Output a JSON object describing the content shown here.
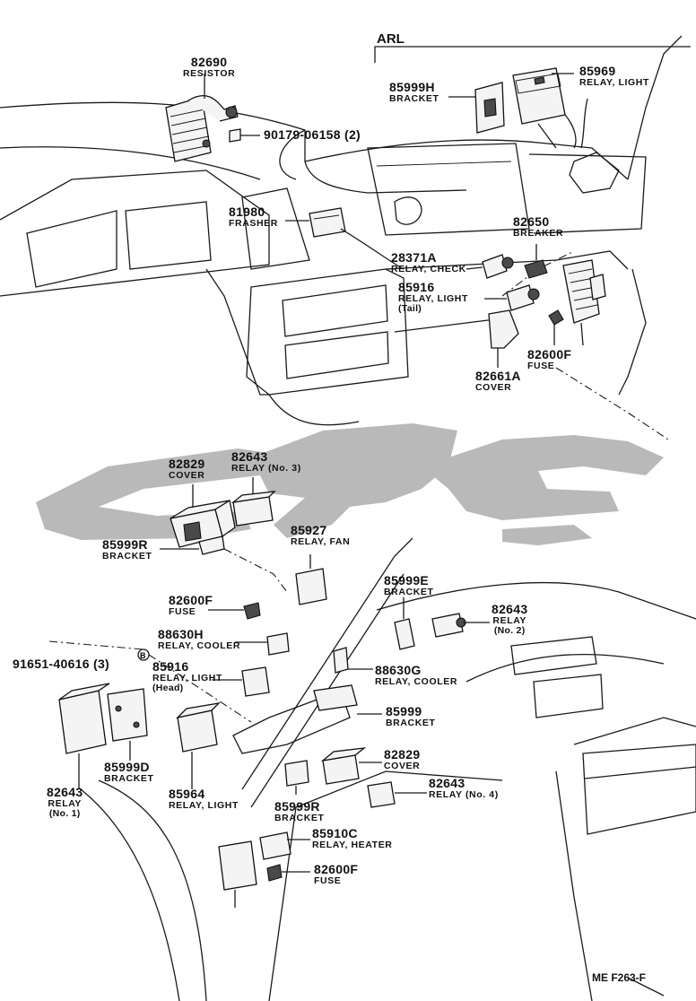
{
  "variant_tag": "ARL",
  "page_code": "ME  F263-F",
  "watermark": "logo",
  "labels": [
    {
      "id": "l82690",
      "pn": "82690",
      "name": "RESISTOR"
    },
    {
      "id": "l90179",
      "pn": "90179-06158 (2)"
    },
    {
      "id": "l85999h",
      "pn": "85999H",
      "name": "BRACKET"
    },
    {
      "id": "l85969",
      "pn": "85969",
      "name": "RELAY, LIGHT"
    },
    {
      "id": "l81980",
      "pn": "81980",
      "name": "FRASHER"
    },
    {
      "id": "l82650",
      "pn": "82650",
      "name": "BREAKER"
    },
    {
      "id": "l28371a",
      "pn": "28371A",
      "name": "RELAY, CHECK"
    },
    {
      "id": "l85916t",
      "pn": "85916",
      "name": "RELAY, LIGHT",
      "name2": "(Tail)"
    },
    {
      "id": "l82600f1",
      "pn": "82600F",
      "name": "FUSE"
    },
    {
      "id": "l82661a",
      "pn": "82661A",
      "name": "COVER"
    },
    {
      "id": "l82829a",
      "pn": "82829",
      "name": "COVER"
    },
    {
      "id": "l82643_3",
      "pn": "82643",
      "name": "RELAY (No. 3)"
    },
    {
      "id": "l85999r1",
      "pn": "85999R",
      "name": "BRACKET"
    },
    {
      "id": "l85927",
      "pn": "85927",
      "name": "RELAY, FAN"
    },
    {
      "id": "l82600f2",
      "pn": "82600F",
      "name": "FUSE"
    },
    {
      "id": "l88630h",
      "pn": "88630H",
      "name": "RELAY, COOLER"
    },
    {
      "id": "l91651",
      "pn": "91651-40616 (3)"
    },
    {
      "id": "l85916h",
      "pn": "85916",
      "name": "RELAY, LIGHT",
      "name2": "(Head)"
    },
    {
      "id": "l85999e",
      "pn": "85999E",
      "name": "BRACKET"
    },
    {
      "id": "l82643_2",
      "pn": "82643",
      "name": "RELAY",
      "name2": "(No. 2)"
    },
    {
      "id": "l88630g",
      "pn": "88630G",
      "name": "RELAY, COOLER"
    },
    {
      "id": "l85999",
      "pn": "85999",
      "name": "BRACKET"
    },
    {
      "id": "l82643_1",
      "pn": "82643",
      "name": "RELAY",
      "name2": "(No. 1)"
    },
    {
      "id": "l85999d",
      "pn": "85999D",
      "name": "BRACKET"
    },
    {
      "id": "l85964",
      "pn": "85964",
      "name": "RELAY, LIGHT"
    },
    {
      "id": "l82829b",
      "pn": "82829",
      "name": "COVER"
    },
    {
      "id": "l85999r2",
      "pn": "85999R",
      "name": "BRACKET"
    },
    {
      "id": "l82643_4",
      "pn": "82643",
      "name": "RELAY (No. 4)"
    },
    {
      "id": "l85910c",
      "pn": "85910C",
      "name": "RELAY, HEATER"
    },
    {
      "id": "l82600f3",
      "pn": "82600F",
      "name": "FUSE"
    }
  ]
}
